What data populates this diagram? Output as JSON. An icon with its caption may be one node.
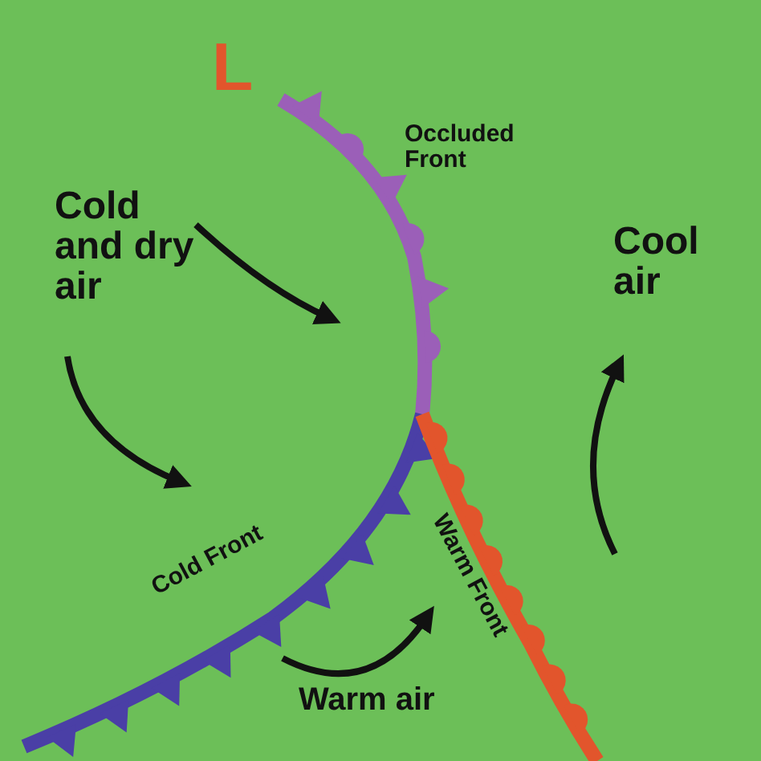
{
  "diagram": {
    "labels": [
      "L",
      "Occluded Front",
      "Cold and dry air",
      "Cool air",
      "Cold Front",
      "Warm Front",
      "Warm air"
    ]
  }
}
